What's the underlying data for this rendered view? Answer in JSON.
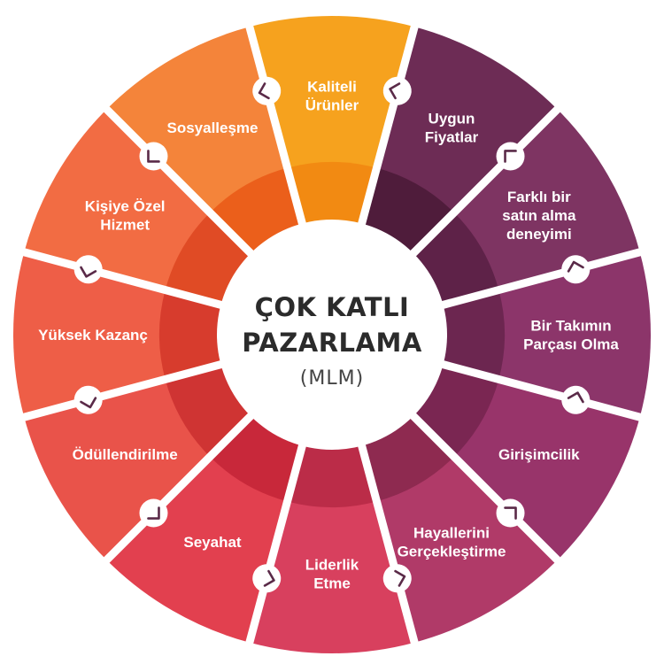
{
  "center": {
    "line1": "ÇOK KATLI",
    "line2": "PAZARLAMA",
    "line3": "(MLM)"
  },
  "segments": [
    {
      "id": "kaliteli-urunler",
      "lines": [
        "Kaliteli",
        "Ürünler"
      ],
      "color": "#F6A21E",
      "inner": "#F28A12"
    },
    {
      "id": "uygun-fiyatlar",
      "lines": [
        "Uygun",
        "Fiyatlar"
      ],
      "color": "#6D2C55",
      "inner": "#4F1C3B"
    },
    {
      "id": "farkli-bir-satin-alma-deneyimi",
      "lines": [
        "Farklı bir",
        "satın alma",
        "deneyimi"
      ],
      "color": "#7E3462",
      "inner": "#5E2248"
    },
    {
      "id": "bir-takimin-parcasi-olma",
      "lines": [
        "Bir Takımın",
        "Parçası Olma"
      ],
      "color": "#8C356A",
      "inner": "#6C2650"
    },
    {
      "id": "girisimcilik",
      "lines": [
        "Girişimcilik"
      ],
      "color": "#98346A",
      "inner": "#7A2652"
    },
    {
      "id": "hayallerini-gerceklestirme",
      "lines": [
        "Hayallerini",
        "Gerçekleştirme"
      ],
      "color": "#B03A68",
      "inner": "#8E2A50"
    },
    {
      "id": "liderlik-etme",
      "lines": [
        "Liderlik",
        "Etme"
      ],
      "color": "#D8405E",
      "inner": "#BB2C48"
    },
    {
      "id": "seyahat",
      "lines": [
        "Seyahat"
      ],
      "color": "#E2404F",
      "inner": "#C8283A"
    },
    {
      "id": "odullendirilme",
      "lines": [
        "Ödüllendirilme"
      ],
      "color": "#E9534A",
      "inner": "#CF3433"
    },
    {
      "id": "yuksek-kazanc",
      "lines": [
        "Yüksek Kazanç"
      ],
      "color": "#EE5E47",
      "inner": "#D73C2D"
    },
    {
      "id": "kisiye-ozel-hizmet",
      "lines": [
        "Kişiye Özel",
        "Hizmet"
      ],
      "color": "#F26C43",
      "inner": "#E04B25"
    },
    {
      "id": "sosyallesme",
      "lines": [
        "Sosyalleşme"
      ],
      "color": "#F4843A",
      "inner": "#EB5F1B"
    }
  ],
  "colors": {
    "separator": "#ffffff",
    "center_fill": "#ffffff",
    "center_text": "#2b2b2b",
    "icon_stroke": "#5a2a48"
  },
  "icons": {
    "separator_icon": "chevron-circle-icon"
  }
}
